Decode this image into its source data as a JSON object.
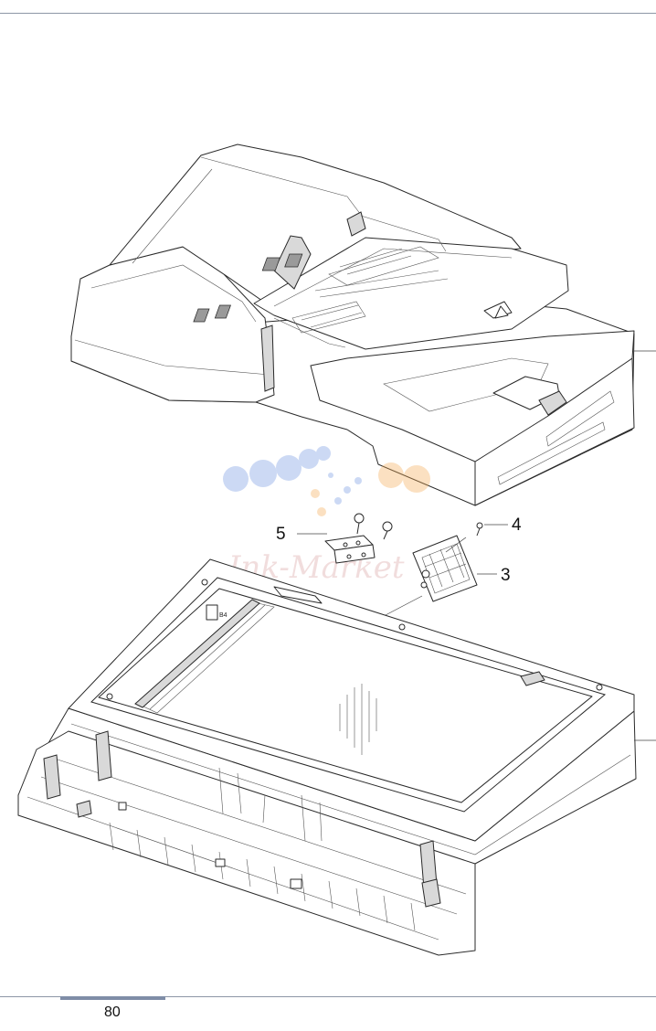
{
  "diagram": {
    "callouts": [
      {
        "id": "callout-5",
        "text": "5"
      },
      {
        "id": "callout-4",
        "text": "4"
      },
      {
        "id": "callout-3",
        "text": "3"
      }
    ],
    "glass_label": "B4"
  },
  "footer": {
    "page_number": "80"
  }
}
